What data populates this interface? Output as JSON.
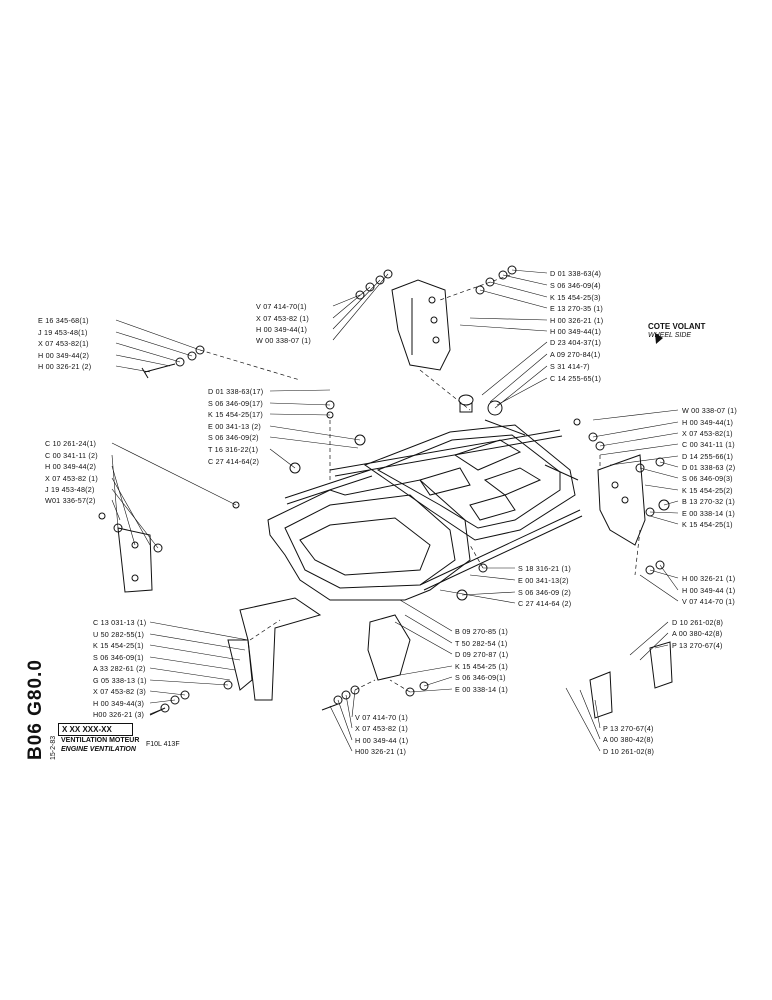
{
  "sheet_code": "B06 G80.0",
  "sheet_date": "15-2-83",
  "title_box": {
    "code": "X XX XXX-XX",
    "title_fr": "VENTILATION MOTEUR",
    "title_en": "ENGINE VENTILATION",
    "model": "F10L 413F"
  },
  "side_note": {
    "fr": "COTE VOLANT",
    "en": "WHEEL SIDE"
  },
  "labels": [
    "E 16 345-68(1)",
    "J 19 453-48(1)",
    "X 07 453-82(1)",
    "H 00 349-44(2)",
    "H 00 326-21 (2)",
    "V 07 414-70(1)",
    "X 07 453-82 (1)",
    "H 00 349-44(1)",
    "W 00 338-07 (1)",
    "D 01 338-63(4)",
    "S 06 346-09(4)",
    "K 15 454-25(3)",
    "E 13 270-35 (1)",
    "H 00 326-21 (1)",
    "H 00 349-44(1)",
    "D 23 404-37(1)",
    "A 09 270-84(1)",
    "S 31 414-7)",
    "C 14 255-65(1)",
    "D 01 338-63(17)",
    "S 06 346-09(17)",
    "K 15 454-25(17)",
    "E 00 341-13 (2)",
    "S 06 346-09(2)",
    "T 16 316-22(1)",
    "C 27 414-64(2)",
    "W 00 338-07 (1)",
    "H 00 349-44(1)",
    "X 07 453-82(1)",
    "C 00 341-11 (1)",
    "D 14 255-66(1)",
    "D 01 338-63 (2)",
    "S 06 346-09(3)",
    "K 15 454-25(2)",
    "B 13 270-32 (1)",
    "E 00 338-14 (1)",
    "K 15 454-25(1)",
    "C 10 261-24(1)",
    "C 00 341-11 (2)",
    "H 00 349-44(2)",
    "X 07 453-82 (1)",
    "J 19 453-48(2)",
    "W01 336-57(2)",
    "S 18 316-21 (1)",
    "E 00 341-13(2)",
    "S 06 346-09 (2)",
    "C 27 414-64 (2)",
    "H 00 326-21 (1)",
    "H 00 349-44 (1)",
    "V 07 414-70 (1)",
    "C 13 031-13 (1)",
    "U 50 282-55(1)",
    "K 15 454-25(1)",
    "S 06 346-09(1)",
    "A 33 282-61 (2)",
    "G 05 338-13 (1)",
    "X 07 453-82 (3)",
    "H 00 349-44(3)",
    "H00 326-21 (3)",
    "B 09 270-85 (1)",
    "T 50 282-54 (1)",
    "D 09 270-87 (1)",
    "K 15 454-25 (1)",
    "S 06 346-09(1)",
    "E 00 338-14 (1)",
    "V 07 414-70 (1)",
    "X 07 453-82 (1)",
    "H 00 349-44 (1)",
    "H00 326-21 (1)",
    "D 10 261-02(8)",
    "A 00 380-42(8)",
    "P 13 270-67(4)",
    "P 13 270-67(4)",
    "A 00 380-42(8)",
    "D 10 261-02(8)"
  ]
}
